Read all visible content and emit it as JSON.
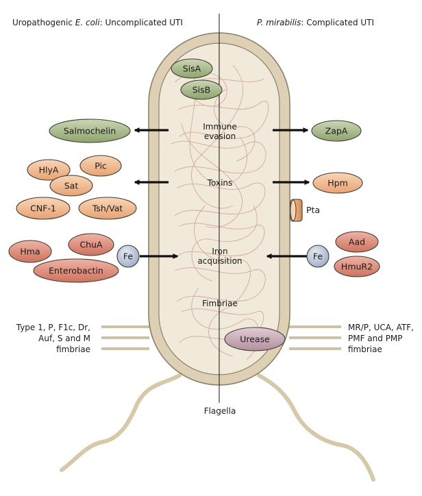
{
  "header": {
    "left_prefix": "Uropathogenic ",
    "left_italic": "E. coli",
    "left_suffix": ": Uncomplicated UTI",
    "right_italic": "P. mirabilis",
    "right_suffix": ": Complicated UTI"
  },
  "center_labels": {
    "immune_1": "Immune",
    "immune_2": "evasion",
    "toxins": "Toxins",
    "iron_1": "Iron",
    "iron_2": "acquisition",
    "fimbriae": "Fimbriae",
    "flagella": "Flagella"
  },
  "molecules": {
    "sisa": "SisA",
    "sisb": "SisB",
    "salmochelin": "Salmochelin",
    "zapa": "ZapA",
    "hlya": "HlyA",
    "pic": "Pic",
    "sat": "Sat",
    "cnf1": "CNF-1",
    "tshvat": "Tsh/Vat",
    "hpm": "Hpm",
    "pta": "Pta",
    "hma": "Hma",
    "chua": "ChuA",
    "enterobactin": "Enterobactin",
    "fe_left": "Fe",
    "fe_right": "Fe",
    "aad": "Aad",
    "hmur2": "HmuR2",
    "urease": "Urease"
  },
  "fimbriae_left": [
    "Type 1, P, F1c, Dr,",
    "Auf, S and M",
    "fimbriae"
  ],
  "fimbriae_right": [
    "MR/P, UCA, ATF,",
    "PMF and PMP",
    "fimbriae"
  ],
  "colors": {
    "green_fill": "#9db07e",
    "orange_fill": "#eeb588",
    "red_fill": "#d98472",
    "fe_fill": "#b9c4d9",
    "urease_fill": "#c5a6b3",
    "cell_outer": "#ded0b4",
    "cell_inner": "#f1eadb",
    "cell_stroke": "#8c8068",
    "tangle": "#d0a99f"
  }
}
